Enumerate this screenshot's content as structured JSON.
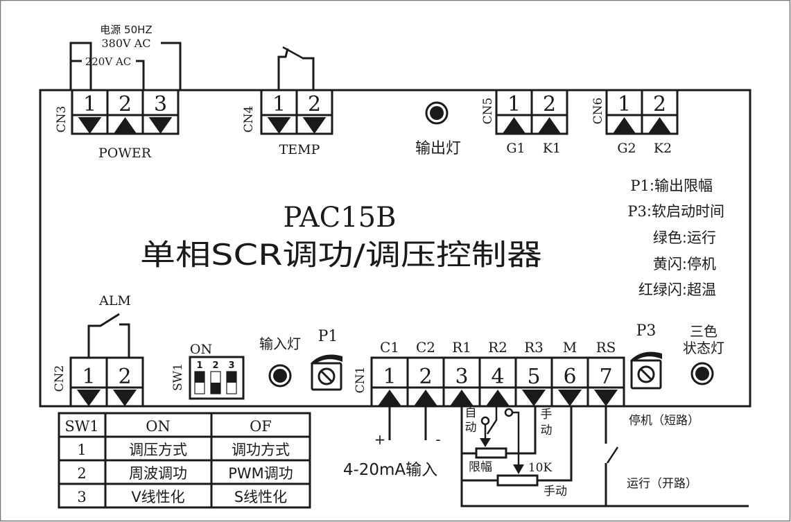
{
  "power_label": {
    "line1": "电源 50HZ",
    "line2": "380V AC",
    "line3": "220V AC"
  },
  "product": {
    "model": "PAC15B",
    "name": "单相SCR调功/调压控制器"
  },
  "connectors": {
    "cn3": {
      "id": "CN3",
      "pins": [
        "1",
        "2",
        "3"
      ],
      "arrows": [
        "down",
        "up",
        "down"
      ],
      "label": "POWER"
    },
    "cn4": {
      "id": "CN4",
      "pins": [
        "1",
        "2"
      ],
      "arrows": [
        "down",
        "down"
      ],
      "label": "TEMP"
    },
    "cn5": {
      "id": "CN5",
      "pins": [
        "1",
        "2"
      ],
      "arrows": [
        "up",
        "up"
      ],
      "sublabels": [
        "G1",
        "K1"
      ]
    },
    "cn6": {
      "id": "CN6",
      "pins": [
        "1",
        "2"
      ],
      "arrows": [
        "up",
        "up"
      ],
      "sublabels": [
        "G2",
        "K2"
      ]
    },
    "cn2": {
      "id": "CN2",
      "pins": [
        "1",
        "2"
      ],
      "arrows": [
        "down",
        "down"
      ],
      "label": "ALM"
    },
    "cn1": {
      "id": "CN1",
      "pins": [
        "1",
        "2",
        "3",
        "4",
        "5",
        "6",
        "7"
      ],
      "arrows": [
        "up",
        "up",
        "up",
        "up",
        "down",
        "down",
        "down"
      ],
      "sublabels": [
        "C1",
        "C2",
        "R1",
        "R2",
        "R3",
        "M",
        "RS"
      ]
    }
  },
  "indicators": {
    "output_led": "输出灯",
    "input_led": "输入灯",
    "status_led": {
      "line1": "三色",
      "line2": "状态灯"
    }
  },
  "pots": {
    "p1": "P1",
    "p3": "P3"
  },
  "dip_switch": {
    "id": "SW1",
    "on_label": "ON",
    "numbers": [
      "1",
      "2",
      "3"
    ],
    "states": [
      "on",
      "off",
      "on"
    ]
  },
  "legend": [
    {
      "key": "P1",
      "sep": ":",
      "value": "输出限幅"
    },
    {
      "key": "P3",
      "sep": ":",
      "value": "软启动时间"
    },
    {
      "key": "绿色",
      "sep": ":",
      "value": "运行"
    },
    {
      "key": "黄闪",
      "sep": ":",
      "value": "停机"
    },
    {
      "key": "红绿闪",
      "sep": ":",
      "value": "超温"
    }
  ],
  "wiring": {
    "plus": "+",
    "minus": "-",
    "input_label": "4-20mA输入",
    "auto": "自动",
    "manual_switch": "手动",
    "limit": "限幅",
    "resistor": "10K",
    "manual_pot": "手动",
    "stop": "停机（短路）",
    "run": "运行（开路）"
  },
  "sw_table": {
    "headers": [
      "SW1",
      "ON",
      "OF"
    ],
    "rows": [
      [
        "1",
        "调压方式",
        "调功方式"
      ],
      [
        "2",
        "周波调功",
        "PWM调功"
      ],
      [
        "3",
        "V线性化",
        "S线性化"
      ]
    ]
  }
}
